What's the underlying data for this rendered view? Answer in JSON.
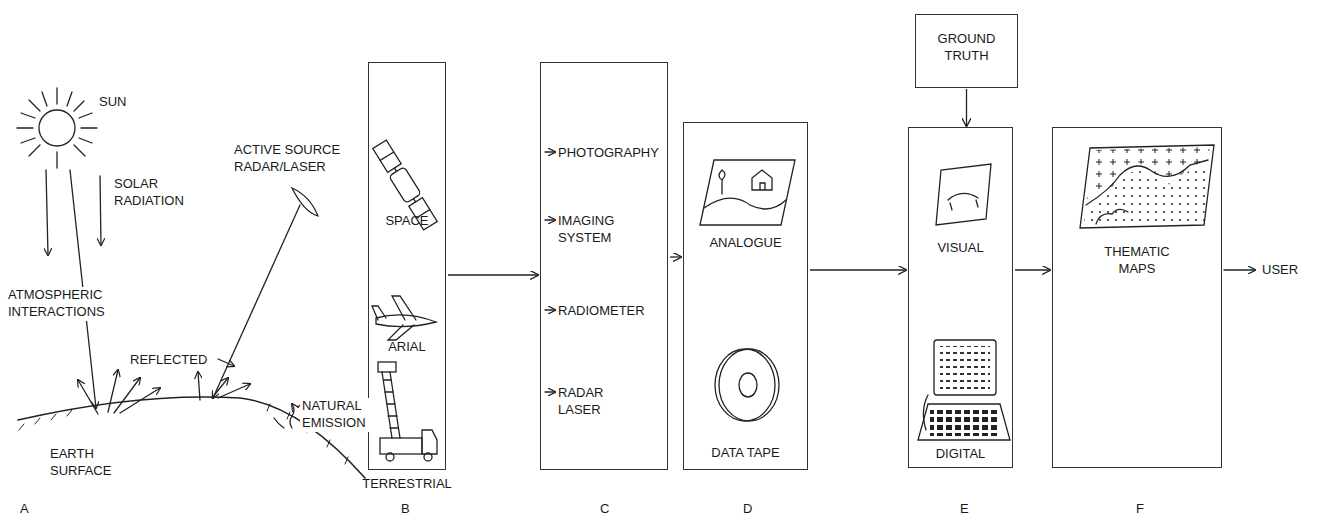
{
  "diagram": {
    "nodes": [
      {
        "text": [
          "SPACE",
          "ARIAL",
          "TERRESTRIAL"
        ]
      },
      {
        "text": [
          "PHOTOGRAPHY",
          "IMAGING SYSTEM",
          "RADIOMETER",
          "RADAR LASER"
        ]
      },
      {
        "text": [
          "ANALOGUE",
          "DATA TAPE"
        ]
      },
      {
        "text": [
          "GROUND TRUTH"
        ]
      },
      {
        "text": [
          "VISUAL",
          "DIGITAL"
        ]
      },
      {
        "text": [
          "THEMATIC MAPS"
        ]
      }
    ],
    "edges": [
      {
        "from": 0,
        "to": 1,
        "arrow": "to"
      },
      {
        "from": 1,
        "to": 2,
        "arrow": "to"
      },
      {
        "from": 2,
        "to": 4,
        "arrow": "to"
      },
      {
        "from": 3,
        "to": 4,
        "arrow": "to"
      },
      {
        "from": 4,
        "to": 5,
        "arrow": "to"
      }
    ],
    "labels": [
      "SUN",
      "SOLAR RADIATION",
      "ACTIVE SOURCE RADAR/LASER",
      "ATMOSPHERIC INTERACTIONS",
      "REFLECTED",
      "NATURAL EMISSION",
      "EARTH SURFACE",
      "USER",
      "A",
      "B",
      "C",
      "D",
      "E",
      "F"
    ]
  }
}
